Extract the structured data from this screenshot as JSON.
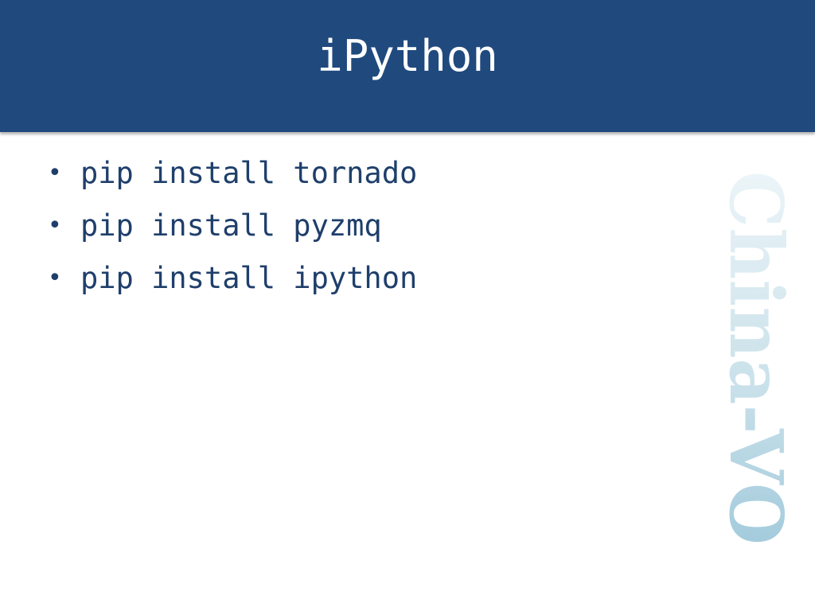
{
  "slide": {
    "title": "iPython",
    "bullets": [
      "pip install tornado",
      "pip install pyzmq",
      "pip install ipython"
    ],
    "watermark_logo_text": "China-VO"
  },
  "colors": {
    "title_bar": "#204a7e",
    "title_text": "#ffffff",
    "body_text": "#1f3f6b",
    "watermark": "#8fbfd4"
  }
}
